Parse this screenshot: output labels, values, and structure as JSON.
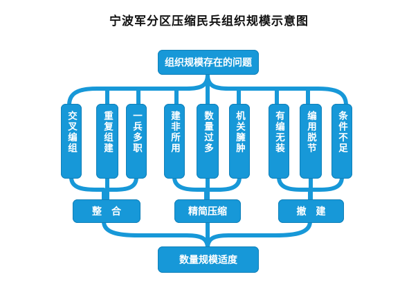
{
  "title": "宁波军分区压缩民兵组织规模示意图",
  "top": {
    "label": "组织规模存在的问题"
  },
  "groups": [
    {
      "items": [
        "交叉编组",
        "重复组建",
        "一兵多职"
      ],
      "action": "整　合"
    },
    {
      "items": [
        "建非所用",
        "数量过多",
        "机关臃肿"
      ],
      "action": "精简压缩"
    },
    {
      "items": [
        "有编无装",
        "编用脱节",
        "条件不足"
      ],
      "action": "撤　建"
    }
  ],
  "bottom": {
    "label": "数量规模适度"
  },
  "colors": {
    "box": "#1798d8",
    "connector": "#1798d8",
    "text": "#ffffff"
  }
}
